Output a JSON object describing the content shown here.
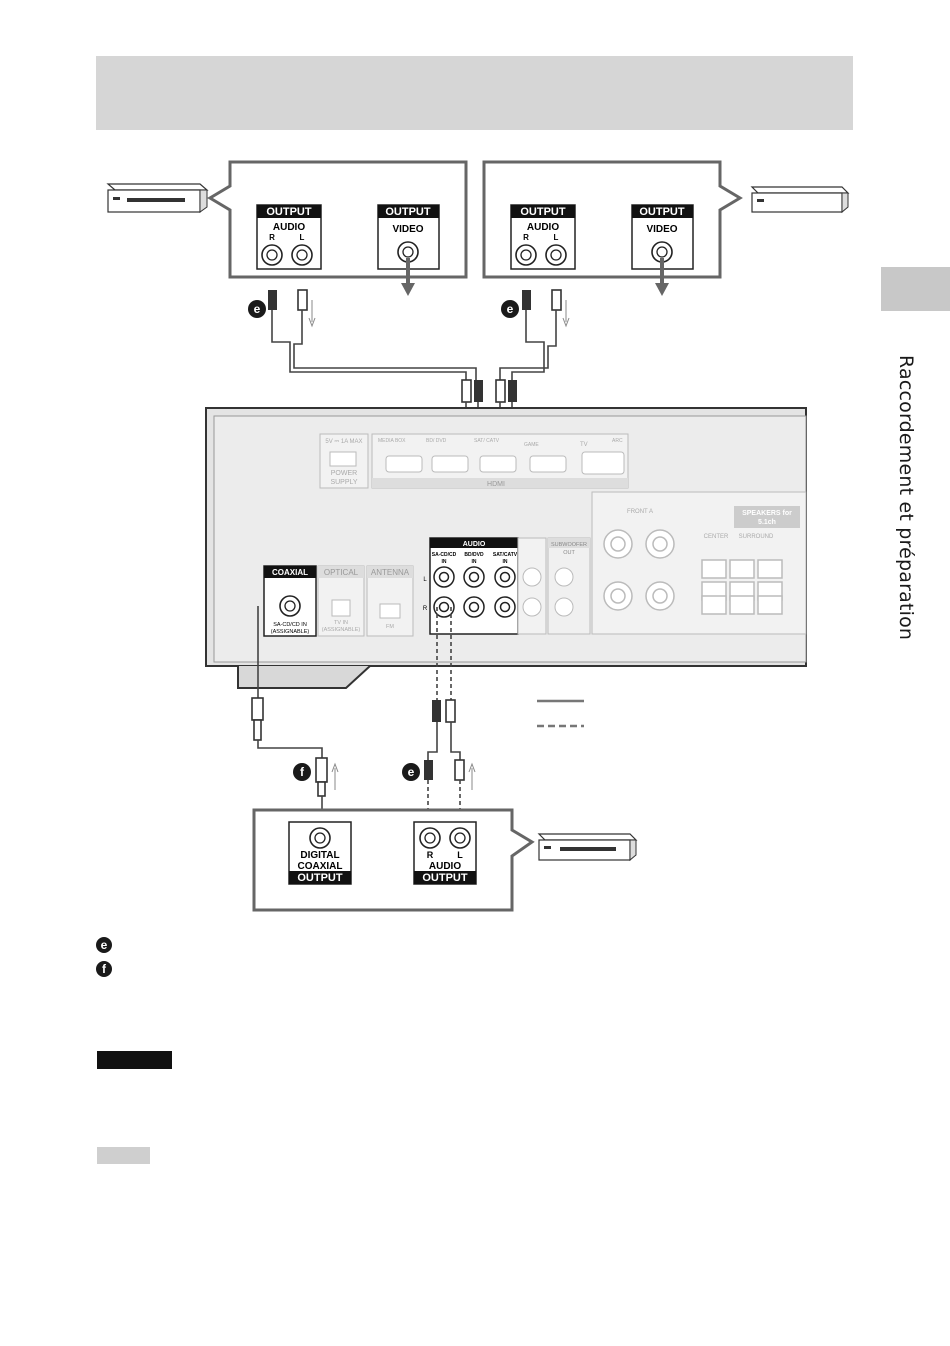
{
  "side_title": "Raccordement et préparation",
  "panels": {
    "output_label": "OUTPUT",
    "audio_label": "AUDIO",
    "video_label": "VIDEO",
    "r": "R",
    "l": "L",
    "digital_label": "DIGITAL",
    "coaxial_label": "COAXIAL"
  },
  "badges": {
    "e": "e",
    "f": "f"
  },
  "receiver": {
    "coaxial_header": "COAXIAL",
    "optical_header": "OPTICAL",
    "antenna_header": "ANTENNA",
    "coaxial_sub1": "SA-CD/CD IN",
    "coaxial_sub2": "(ASSIGNABLE)",
    "optical_sub1": "TV IN",
    "optical_sub2": "(ASSIGNABLE)",
    "fm": "FM",
    "audio_header": "AUDIO",
    "audio_col1": "SA-CD/CD",
    "audio_col2": "BD/DVD",
    "audio_col3": "SAT/CATV",
    "in": "IN",
    "subwoofer": "SUBWOOFER",
    "out": "OUT",
    "speakers_header": "SPEAKERS for",
    "speakers_sub": "5.1ch",
    "front_a": "FRONT A",
    "center": "CENTER",
    "surround": "SURROUND",
    "hdmi": "HDMI",
    "power": "POWER",
    "supply": "SUPPLY",
    "usb": "5V ⎓ 1A MAX",
    "media_box": "MEDIA BOX",
    "bd_dvd": "BD/ DVD",
    "sat": "SAT/ CATV",
    "game": "GAME",
    "tv": "TV",
    "arc": "ARC"
  },
  "colors": {
    "panel_border": "#666666",
    "receiver_face": "#e4e4e4",
    "dark": "#1a1a1a"
  }
}
